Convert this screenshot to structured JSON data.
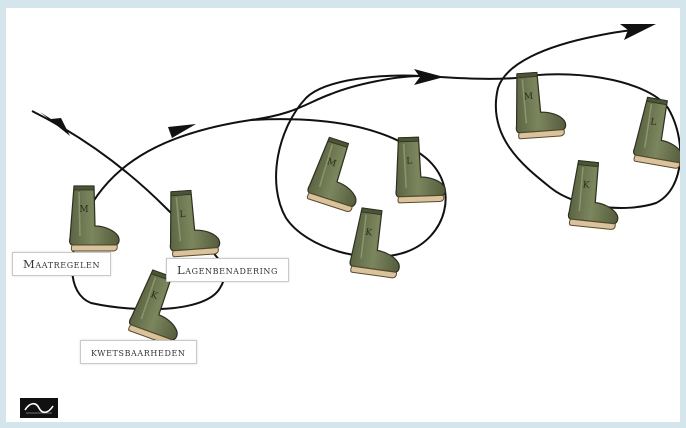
{
  "labels": {
    "maatregelen": "Maatregelen",
    "lagenbenadering": "Lagenbenadering",
    "kwetsbaarheden": "kwetsbaarheden"
  },
  "boot_letters": {
    "m": "M",
    "l": "L",
    "k": "K"
  },
  "colors": {
    "background": "#d4e5ec",
    "slide": "#ffffff",
    "boot_green": "#6f7852",
    "boot_sole": "#d8c39c",
    "path": "#111111"
  },
  "icons": {
    "logo": "organization-logo-icon"
  }
}
